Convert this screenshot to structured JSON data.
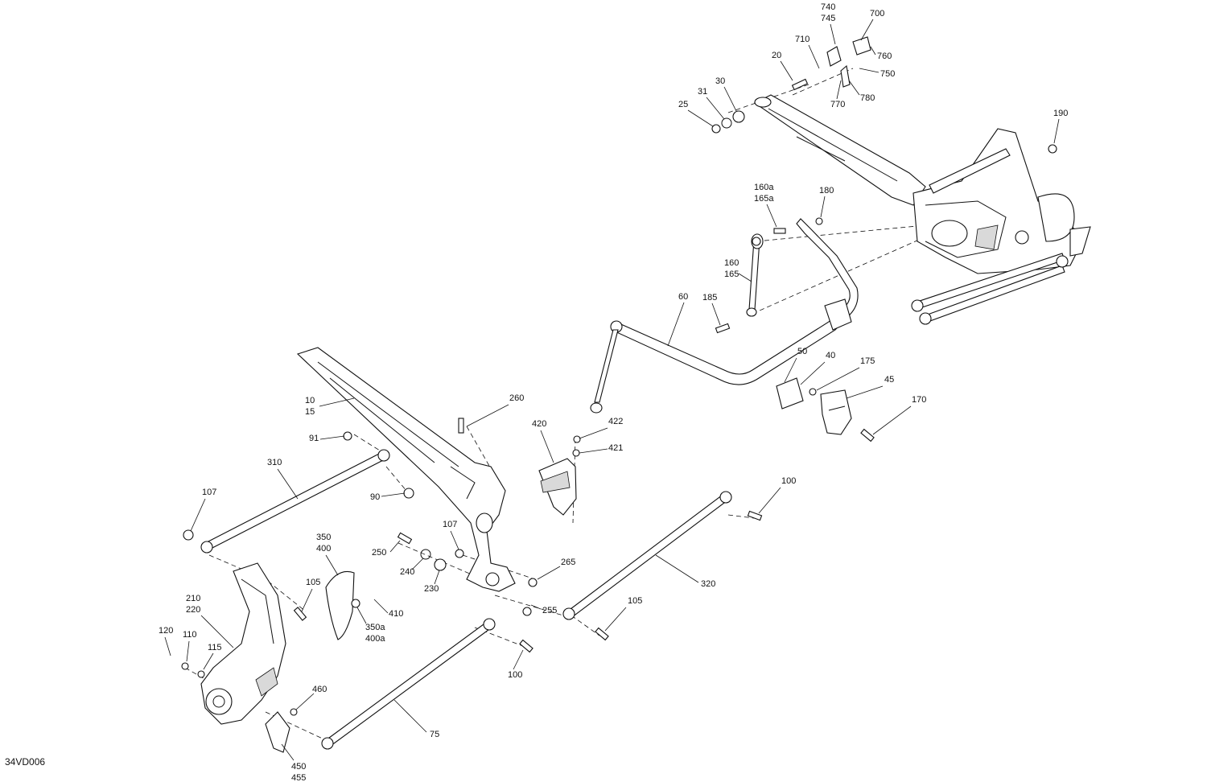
{
  "figure_code": "34VD006",
  "callouts": [
    {
      "id": "c740",
      "lines": [
        "740",
        "745"
      ]
    },
    {
      "id": "c700",
      "lines": [
        "700"
      ]
    },
    {
      "id": "c710",
      "lines": [
        "710"
      ]
    },
    {
      "id": "c760",
      "lines": [
        "760"
      ]
    },
    {
      "id": "c750",
      "lines": [
        "750"
      ]
    },
    {
      "id": "c20",
      "lines": [
        "20"
      ]
    },
    {
      "id": "c770",
      "lines": [
        "770"
      ]
    },
    {
      "id": "c780",
      "lines": [
        "780"
      ]
    },
    {
      "id": "c30",
      "lines": [
        "30"
      ]
    },
    {
      "id": "c31",
      "lines": [
        "31"
      ]
    },
    {
      "id": "c25",
      "lines": [
        "25"
      ]
    },
    {
      "id": "c190",
      "lines": [
        "190"
      ]
    },
    {
      "id": "c160a",
      "lines": [
        "160a",
        "165a"
      ]
    },
    {
      "id": "c180",
      "lines": [
        "180"
      ]
    },
    {
      "id": "c160",
      "lines": [
        "160",
        "165"
      ]
    },
    {
      "id": "c185",
      "lines": [
        "185"
      ]
    },
    {
      "id": "c60",
      "lines": [
        "60"
      ]
    },
    {
      "id": "c50",
      "lines": [
        "50"
      ]
    },
    {
      "id": "c40",
      "lines": [
        "40"
      ]
    },
    {
      "id": "c175",
      "lines": [
        "175"
      ]
    },
    {
      "id": "c45",
      "lines": [
        "45"
      ]
    },
    {
      "id": "c170",
      "lines": [
        "170"
      ]
    },
    {
      "id": "c10",
      "lines": [
        "10",
        "15"
      ]
    },
    {
      "id": "c260",
      "lines": [
        "260"
      ]
    },
    {
      "id": "c420",
      "lines": [
        "420"
      ]
    },
    {
      "id": "c422",
      "lines": [
        "422"
      ]
    },
    {
      "id": "c421",
      "lines": [
        "421"
      ]
    },
    {
      "id": "c91",
      "lines": [
        "91"
      ]
    },
    {
      "id": "c310",
      "lines": [
        "310"
      ]
    },
    {
      "id": "c90",
      "lines": [
        "90"
      ]
    },
    {
      "id": "c107a",
      "lines": [
        "107"
      ]
    },
    {
      "id": "c100a",
      "lines": [
        "100"
      ]
    },
    {
      "id": "c350",
      "lines": [
        "350",
        "400"
      ]
    },
    {
      "id": "c107b",
      "lines": [
        "107"
      ]
    },
    {
      "id": "c250",
      "lines": [
        "250"
      ]
    },
    {
      "id": "c240",
      "lines": [
        "240"
      ]
    },
    {
      "id": "c230",
      "lines": [
        "230"
      ]
    },
    {
      "id": "c265",
      "lines": [
        "265"
      ]
    },
    {
      "id": "c320",
      "lines": [
        "320"
      ]
    },
    {
      "id": "c105a",
      "lines": [
        "105"
      ]
    },
    {
      "id": "c210",
      "lines": [
        "210",
        "220"
      ]
    },
    {
      "id": "c350a",
      "lines": [
        "350a",
        "400a"
      ]
    },
    {
      "id": "c410",
      "lines": [
        "410"
      ]
    },
    {
      "id": "c105b",
      "lines": [
        "105"
      ]
    },
    {
      "id": "c255",
      "lines": [
        "255"
      ]
    },
    {
      "id": "c120",
      "lines": [
        "120"
      ]
    },
    {
      "id": "c110",
      "lines": [
        "110"
      ]
    },
    {
      "id": "c115",
      "lines": [
        "115"
      ]
    },
    {
      "id": "c100b",
      "lines": [
        "100"
      ]
    },
    {
      "id": "c460",
      "lines": [
        "460"
      ]
    },
    {
      "id": "c75",
      "lines": [
        "75"
      ]
    },
    {
      "id": "c450",
      "lines": [
        "450",
        "455"
      ]
    }
  ]
}
